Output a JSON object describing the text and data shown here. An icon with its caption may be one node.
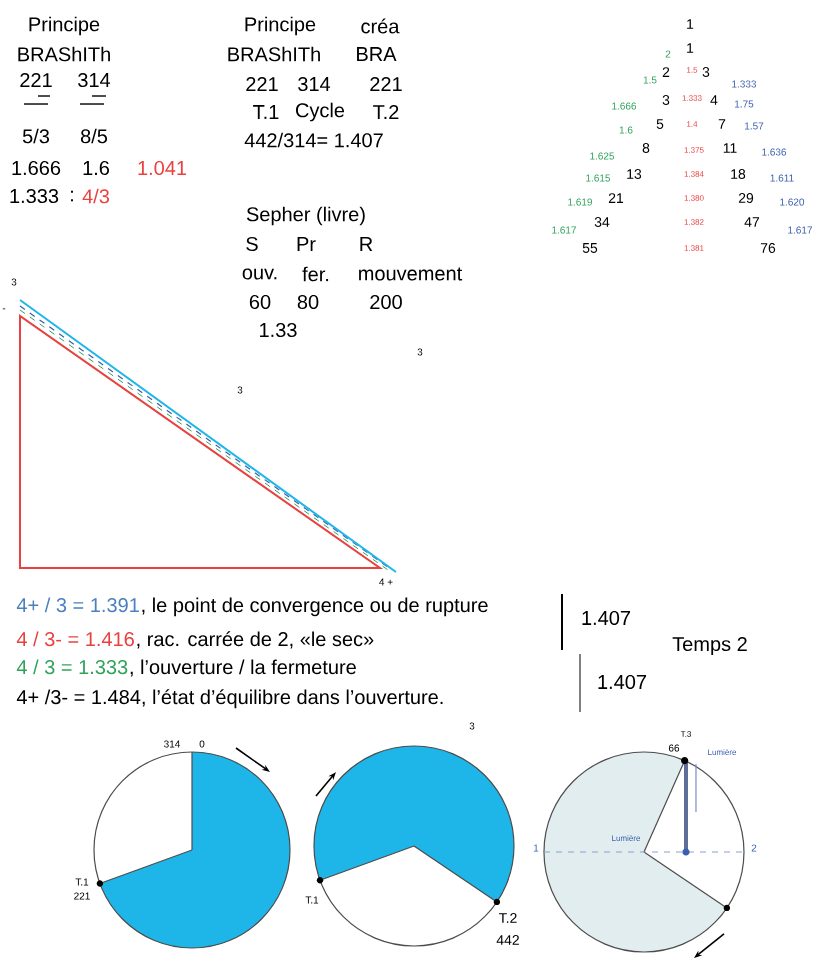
{
  "diagram": {
    "labels": [
      "Principe",
      "BRAShITh",
      "221",
      "314",
      "5/3",
      "8/5",
      "1.666",
      "1.6",
      "1.041",
      "1.333",
      ":",
      "4/3",
      "Principe",
      "créa",
      "BRAShITh",
      "BRA",
      "221",
      "314",
      "221",
      "T.1",
      "Cycle",
      "T.2",
      "442/314= 1.407",
      "1",
      "1",
      "2",
      "1.5",
      "2",
      "1.5",
      "3",
      "1.333",
      "1.666",
      "3",
      "1.333",
      "4",
      "1.75",
      "1.6",
      "5",
      "1.4",
      "7",
      "1.57",
      "1.625",
      "8",
      "1.375",
      "11",
      "1.636",
      "1.615",
      "13",
      "1.384",
      "18",
      "1.611",
      "1.619",
      "21",
      "1.380",
      "29",
      "1.620",
      "1.617",
      "34",
      "1.382",
      "47",
      "1.617",
      "55",
      "1.381",
      "76",
      "Sepher (livre)",
      "S",
      "Pr",
      "R",
      "ouv.",
      "fer.",
      "mouvement",
      "60",
      "80",
      "200",
      "1.33",
      "3",
      "-",
      "3",
      "3",
      "4 +",
      "4+ / 3 = 1.391",
      ", le point de convergence ou de rupture",
      "4 / 3- = 1.416",
      ", rac. carrée de 2, «le sec»",
      "4 / 3 = 1.333",
      ", l’ouverture / la fermeture",
      "4+ /3- = 1.484, l’état d’équilibre dans l’ouverture.",
      "1.407",
      "Temps 2",
      "1.407",
      "3",
      "314",
      "0",
      "T.1",
      "221",
      "T.1",
      "T.2",
      "442",
      "T.3",
      "66",
      "Lumière",
      "1",
      "Lumière",
      "2"
    ]
  }
}
